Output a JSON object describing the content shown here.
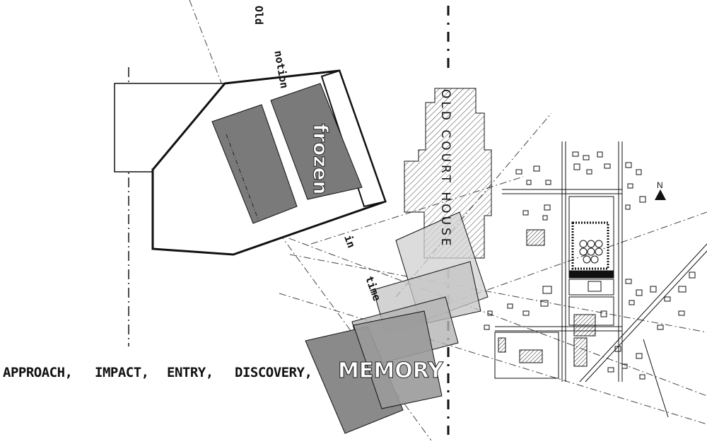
{
  "labels": {
    "sequence": [
      "APPROACH,",
      "IMPACT,",
      "ENTRY,",
      "DISCOVERY,"
    ],
    "memory": "MEMORY",
    "path_words": [
      "Old",
      "notion",
      "frozen",
      "in",
      "time"
    ],
    "building": "OLD COURT HOUSE",
    "north": "N"
  },
  "colors": {
    "dark_block": "#7a7a7a",
    "mid_block": "#9a9a9a",
    "light_block": "#c4c4c4",
    "outline": "#111111",
    "hatch": "#444444"
  },
  "icons": [
    "north-arrow-icon"
  ]
}
